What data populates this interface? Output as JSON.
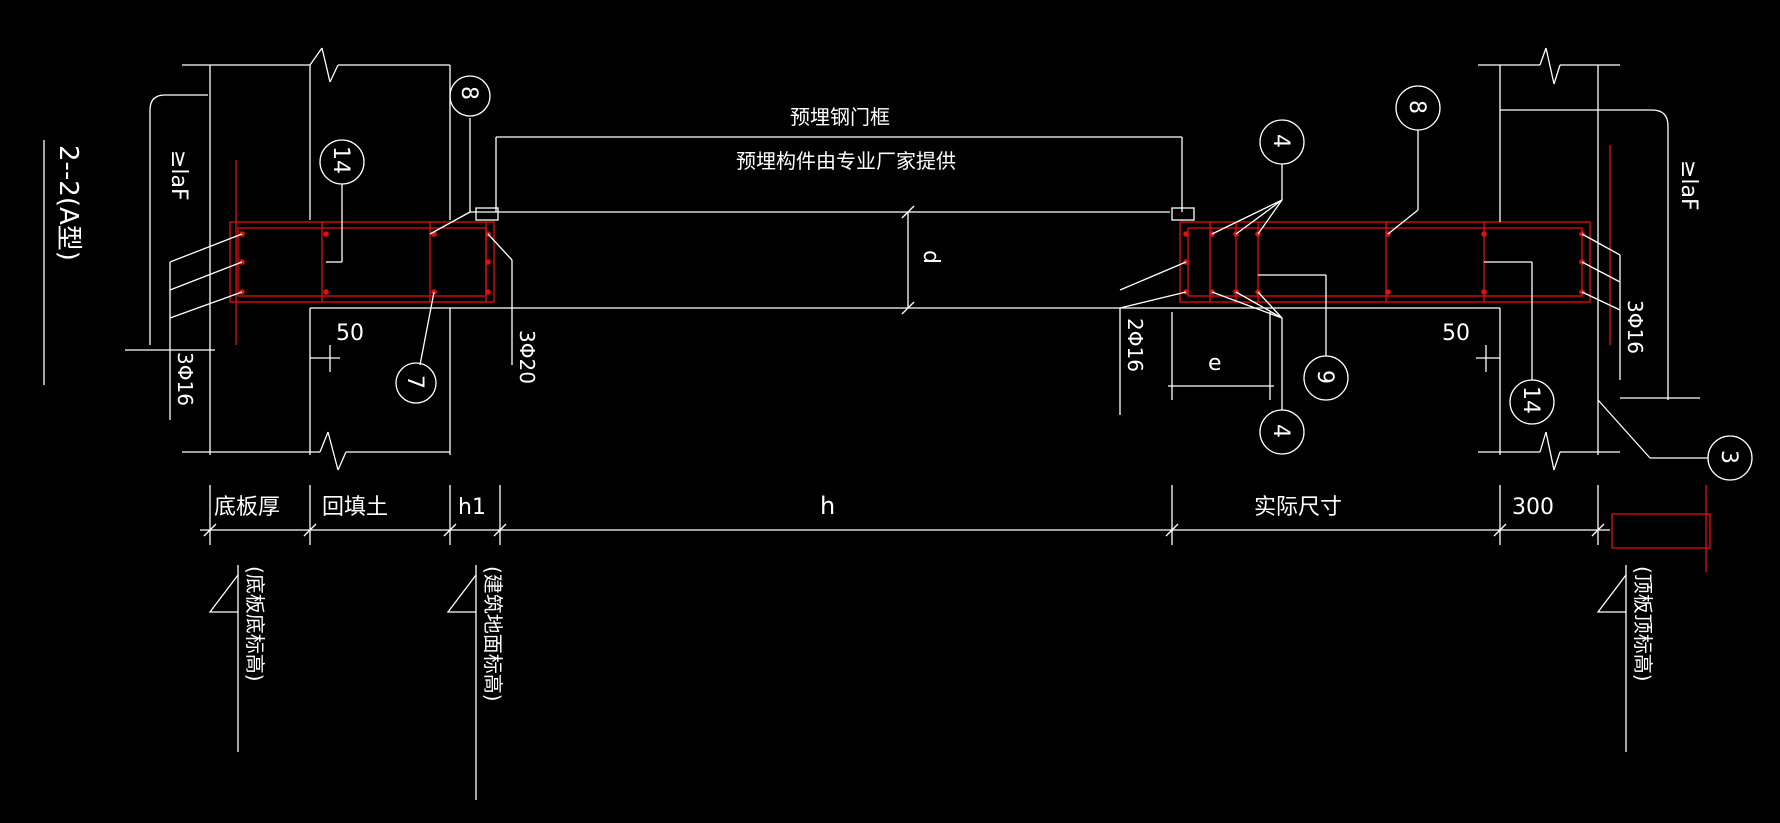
{
  "section_title": "2--2(A型)",
  "notes": {
    "frame": "预埋钢门框",
    "supplier": "预埋构件由专业厂家提供"
  },
  "callouts": {
    "c8_left": "8",
    "c14_left": "14",
    "c7": "7",
    "c4_top": "4",
    "c8_right": "8",
    "c9": "9",
    "c4_bottom": "4",
    "c14_right": "14",
    "c3": "3"
  },
  "rebar": {
    "left_3phi16": "3Φ16",
    "mid_3phi20": "3Φ20",
    "right_2phi16": "2Φ16",
    "right_3phi16": "3Φ16"
  },
  "anchor": {
    "left_laf": "≥laF",
    "right_laf": "≥laF"
  },
  "dims": {
    "d": "d",
    "e": "e",
    "left_50": "50",
    "right_50": "50",
    "bottom_thickness": "底板厚",
    "backfill": "回填土",
    "h1": "h1",
    "h": "h",
    "actual_size": "实际尺寸",
    "d300": "300"
  },
  "elevations": {
    "bottom_slab": "(底板底标高)",
    "floor": "(建筑地面标高)",
    "top_slab": "(顶板顶标高)"
  },
  "colors": {
    "background": "#000000",
    "lines": "#ffffff",
    "rebar": "#e01010"
  }
}
